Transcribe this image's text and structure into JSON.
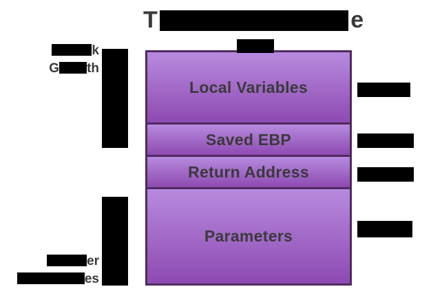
{
  "title": {
    "fragment_start": "T",
    "fragment_end": "e"
  },
  "stack_rows": [
    {
      "id": "local-variables",
      "label": "Local Variables"
    },
    {
      "id": "saved-ebp",
      "label": "Saved EBP"
    },
    {
      "id": "return-address",
      "label": "Return Address"
    },
    {
      "id": "parameters",
      "label": "Parameters"
    }
  ],
  "labels": {
    "stack_growth": {
      "line1_fragment": "k",
      "line2_fragment_start": "G",
      "line2_fragment_end": "th"
    },
    "higher_addresses": {
      "line1_fragment": "er",
      "line2_fragment": "es"
    }
  },
  "colors": {
    "row_gradient_top": "#b78ade",
    "row_gradient_bottom": "#8e4ab2",
    "border": "#4f2a60",
    "text": "#3a3a3a",
    "redaction": "#000000",
    "background": "#ffffff"
  }
}
